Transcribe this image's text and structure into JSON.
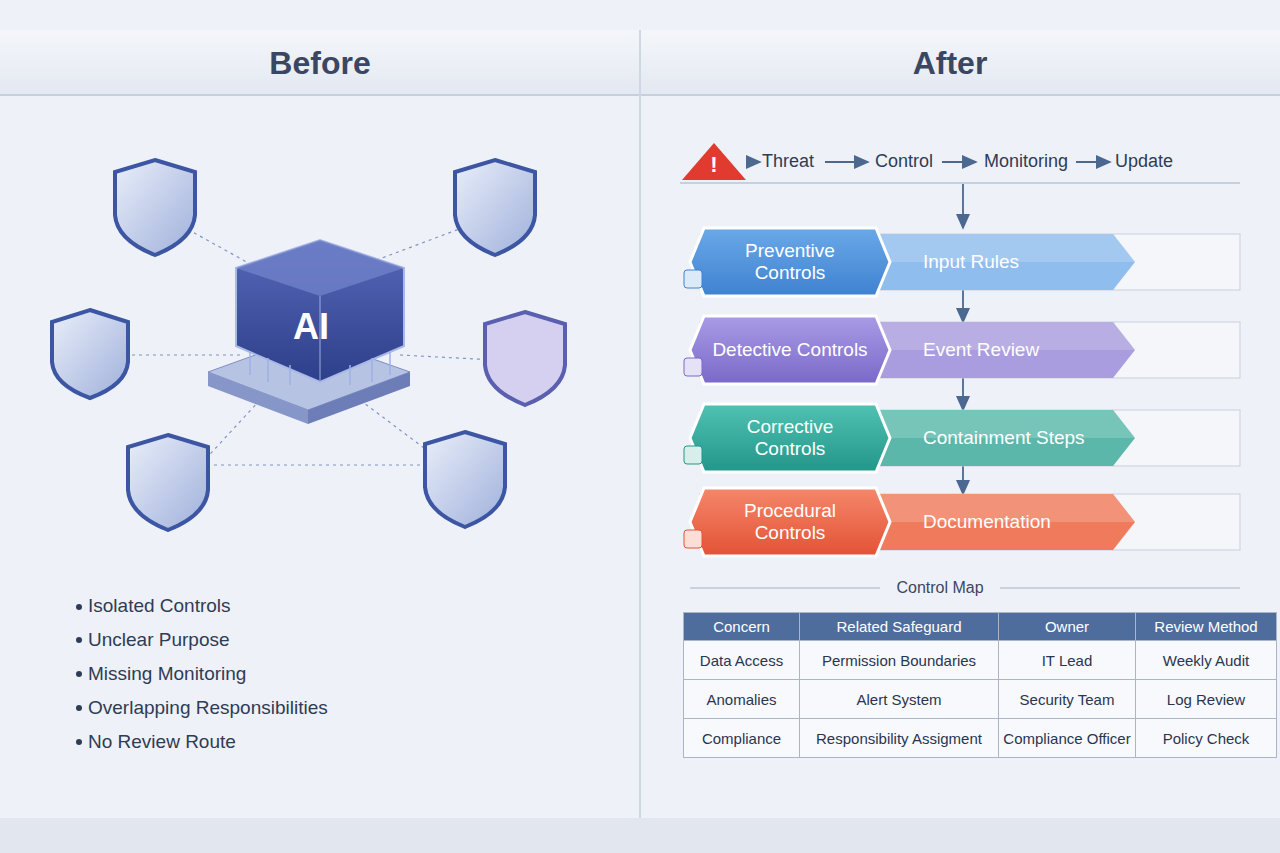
{
  "diagram": {
    "nodes": [
      {
        "text": [
          "AI"
        ]
      },
      {
        "text": [
          "Preventive Controls"
        ]
      },
      {
        "text": [
          "Input Rules"
        ]
      },
      {
        "text": [
          "Detective Controls"
        ]
      },
      {
        "text": [
          "Event Review"
        ]
      },
      {
        "text": [
          "Corrective Controls"
        ]
      },
      {
        "text": [
          "Containment Steps"
        ]
      },
      {
        "text": [
          "Procedural Controls"
        ]
      },
      {
        "text": [
          "Documentation"
        ]
      }
    ],
    "edges": [
      {
        "from": 2,
        "to": 4,
        "arrow": "to"
      },
      {
        "from": 4,
        "to": 6,
        "arrow": "to"
      },
      {
        "from": 6,
        "to": 8,
        "arrow": "to"
      }
    ],
    "labels": [
      "Before",
      "After",
      "!",
      "Threat",
      "Control",
      "Monitoring",
      "Update",
      "Isolated Controls",
      "Unclear Purpose",
      "Missing Monitoring",
      "Overlapping Responsibilities",
      "No Review Route",
      "Control Map",
      "Concern",
      "Related Safeguard",
      "Owner",
      "Review Method",
      "Data Access",
      "Permission Boundaries",
      "IT Lead",
      "Weekly Audit",
      "Anomalies",
      "Alert System",
      "Security Team",
      "Log Review",
      "Compliance",
      "Responsibility Assigment",
      "Compliance Officer",
      "Policy Check"
    ]
  }
}
